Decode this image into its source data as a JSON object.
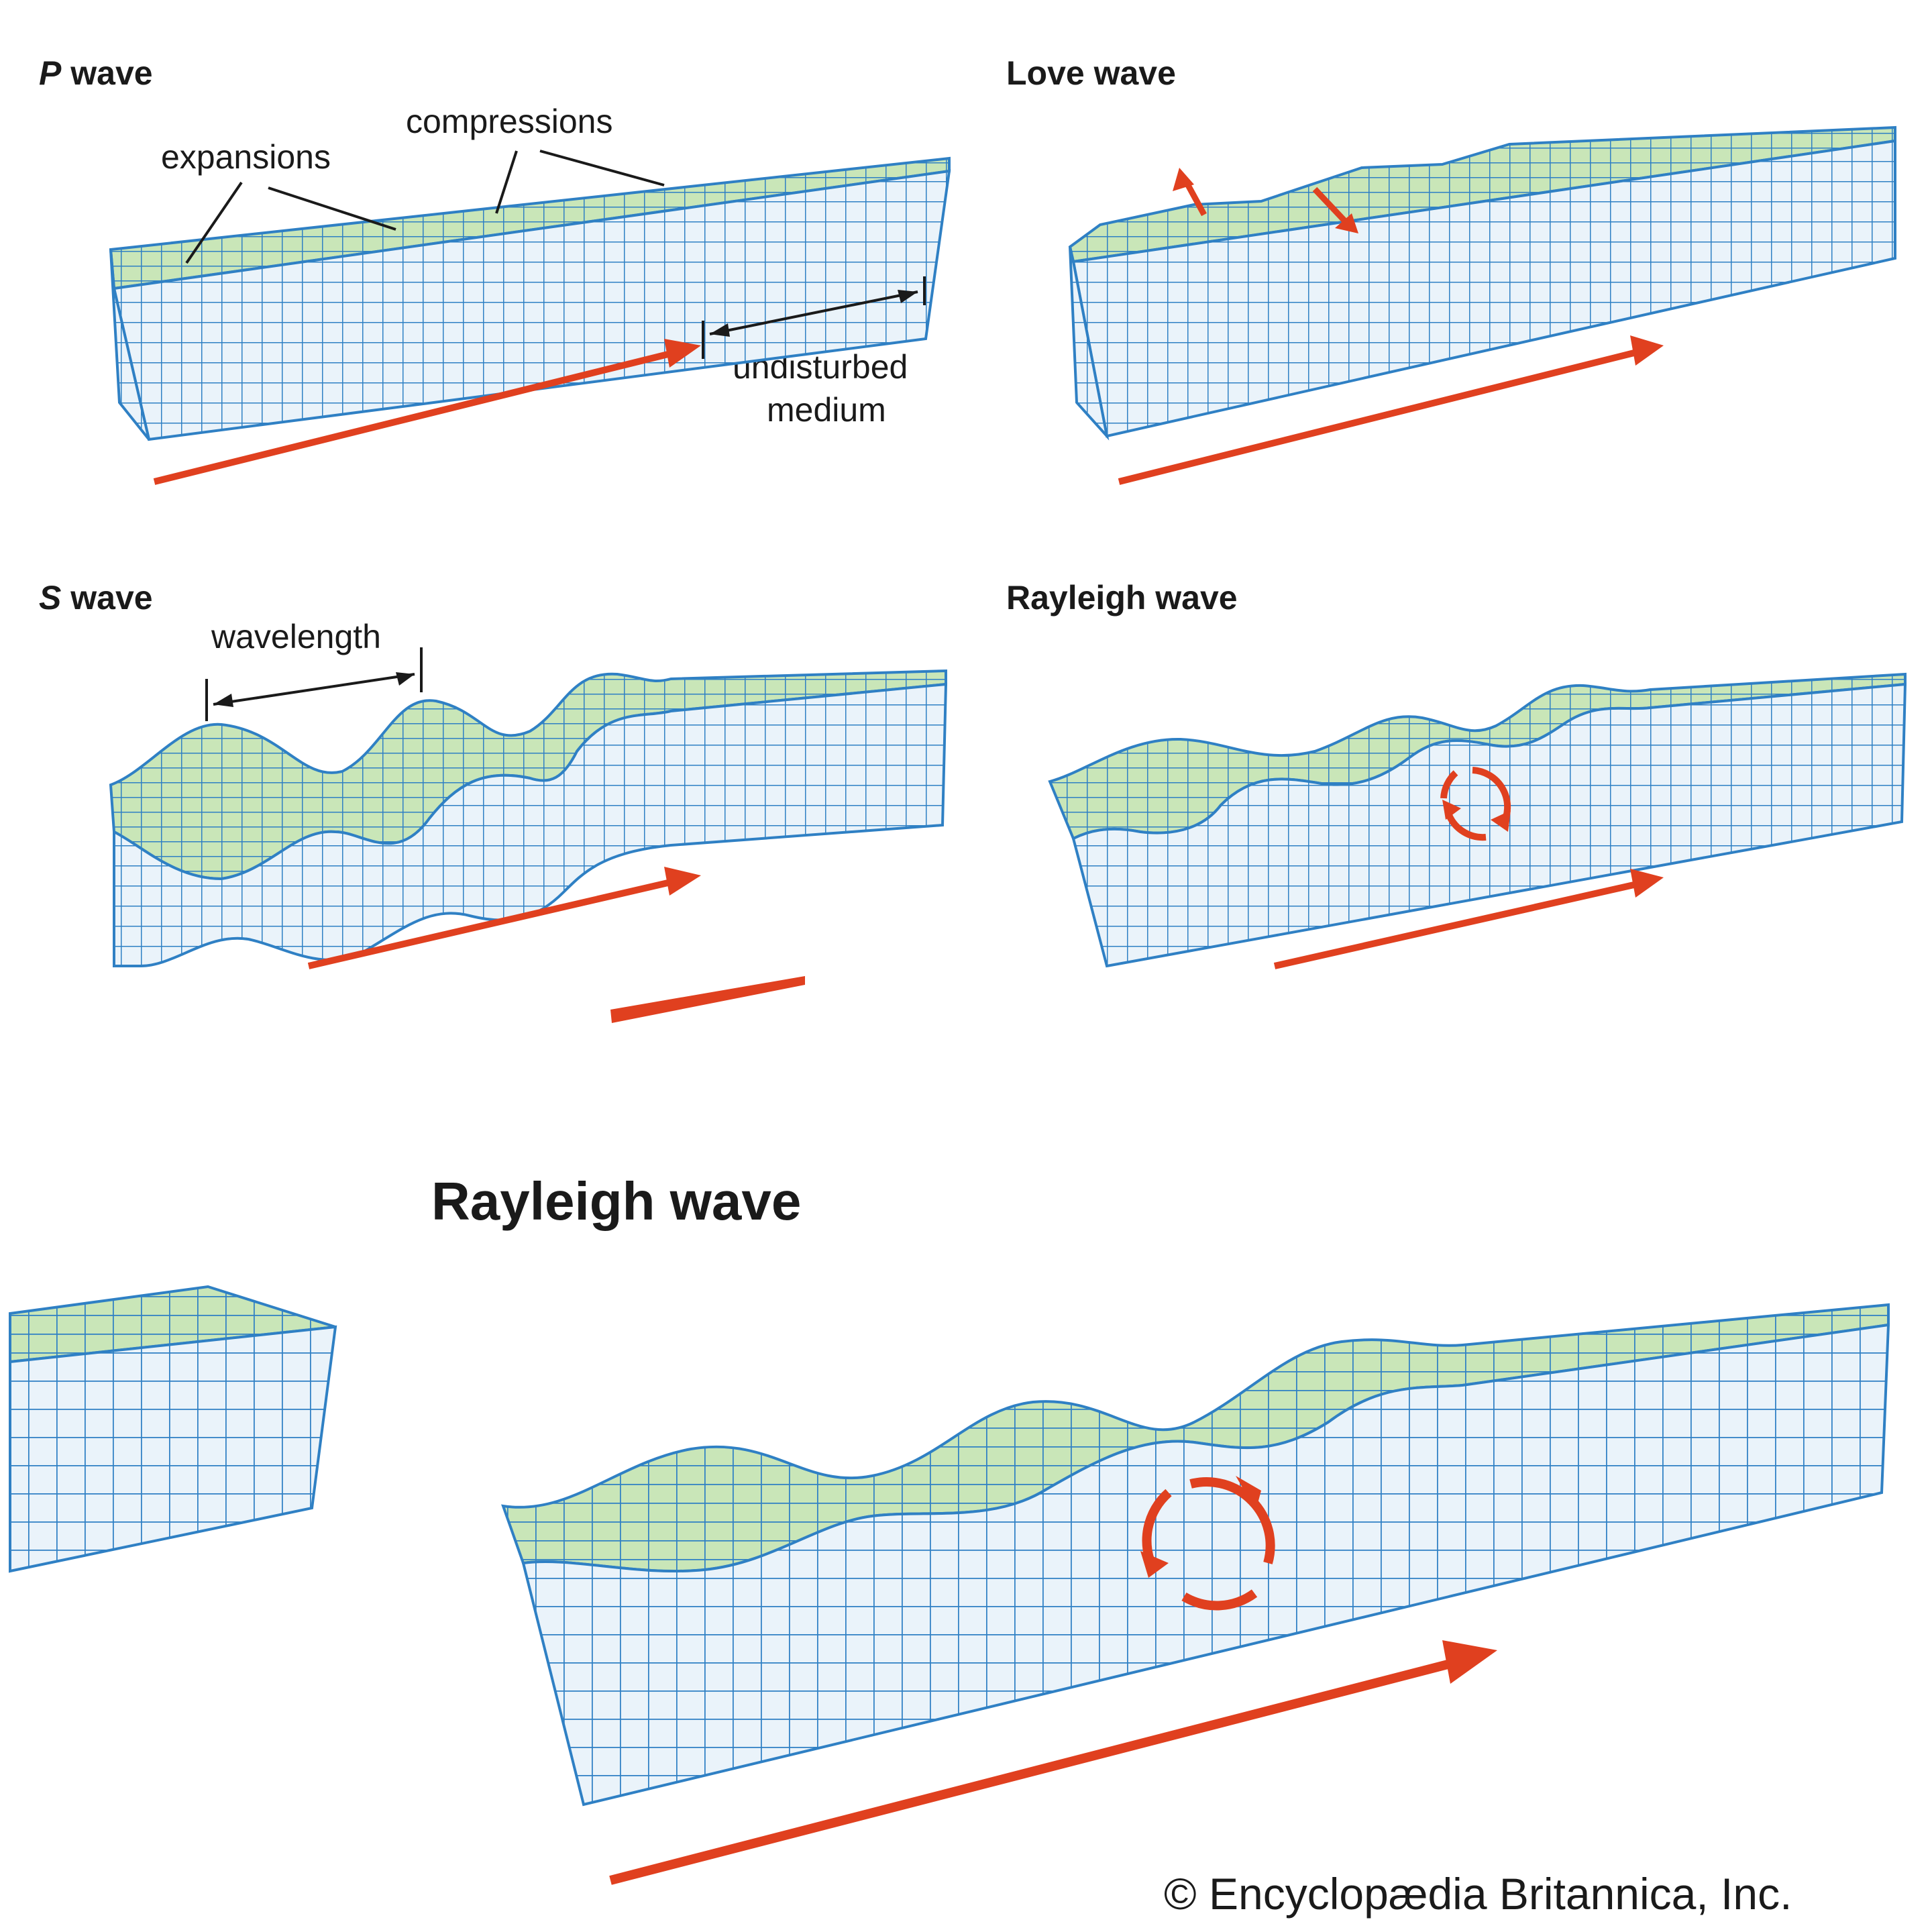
{
  "panels": {
    "p_wave": {
      "title_italic": "P",
      "title_rest": " wave",
      "label_expansions": "expansions",
      "label_compressions": "compressions",
      "label_undisturbed_1": "undisturbed",
      "label_undisturbed_2": "medium"
    },
    "love_wave": {
      "title": "Love wave"
    },
    "s_wave": {
      "title_italic": "S",
      "title_rest": " wave",
      "label_wavelength": "wavelength"
    },
    "rayleigh_small": {
      "title": "Rayleigh wave"
    },
    "rayleigh_large": {
      "title": "Rayleigh wave"
    }
  },
  "credit": "© Encyclopædia Britannica, Inc.",
  "colors": {
    "grid_line": "#2f80c4",
    "face_fill": "#eaf3fa",
    "surface_fill": "#c9e6b8",
    "arrow": "#e0401f",
    "text": "#1a1a1a"
  }
}
